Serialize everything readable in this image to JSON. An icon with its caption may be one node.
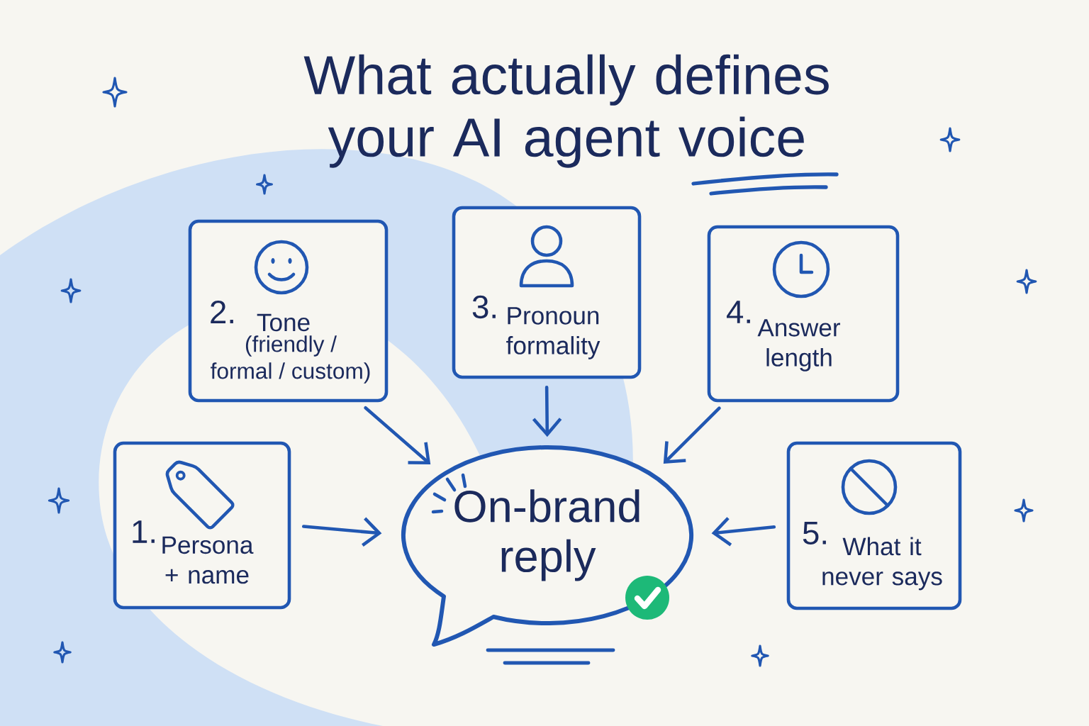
{
  "diagram": {
    "title": "What actually defines your AI agent voice",
    "nodes": [
      {
        "text": [
          "2.",
          "Tone",
          "(friendly / formal / custom)"
        ]
      },
      {
        "text": [
          "3.",
          "Pronoun formality"
        ]
      },
      {
        "text": [
          "4.",
          "Answer length"
        ]
      },
      {
        "text": [
          "1.",
          "Persona + name"
        ]
      },
      {
        "text": [
          "On-brand reply"
        ]
      },
      {
        "text": [
          "5.",
          "What it never says"
        ]
      }
    ],
    "edges": [
      {
        "from": 0,
        "to": 4,
        "arrow": "to"
      },
      {
        "from": 1,
        "to": 4,
        "arrow": "to"
      },
      {
        "from": 2,
        "to": 4,
        "arrow": "to"
      },
      {
        "from": 3,
        "to": 4,
        "arrow": "to"
      },
      {
        "from": 5,
        "to": 4,
        "arrow": "to"
      }
    ]
  }
}
